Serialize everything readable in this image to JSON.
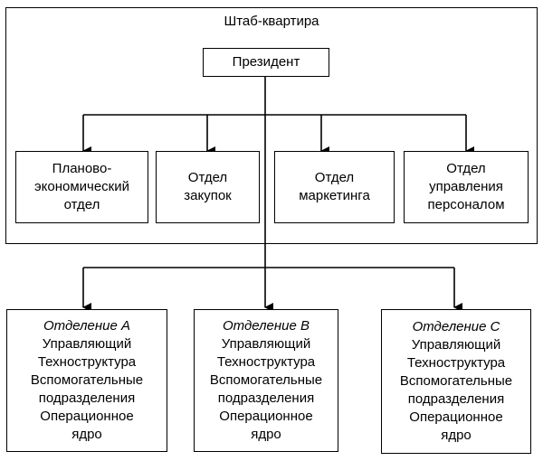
{
  "headquarters": {
    "title": "Штаб-квартира"
  },
  "president": {
    "label": "Президент"
  },
  "departments": [
    {
      "lines": [
        "Планово-",
        "экономический",
        "отдел"
      ]
    },
    {
      "lines": [
        "Отдел",
        "закупок"
      ]
    },
    {
      "lines": [
        "Отдел",
        "маркетинга"
      ]
    },
    {
      "lines": [
        "Отдел",
        "управления",
        "персоналом"
      ]
    }
  ],
  "divisions": [
    {
      "name": "Отделение A",
      "lines": [
        "Управляющий",
        "Техноструктура",
        "Вспомогательные",
        "подразделения",
        "Операционное",
        "ядро"
      ]
    },
    {
      "name": "Отделение B",
      "lines": [
        "Управляющий",
        "Техноструктура",
        "Вспомогательные",
        "подразделения",
        "Операционное",
        "ядро"
      ]
    },
    {
      "name": "Отделение C",
      "lines": [
        "Управляющий",
        "Техноструктура",
        "Вспомогательные",
        "подразделения",
        "Операционное",
        "ядро"
      ]
    }
  ],
  "colors": {
    "line": "#000000",
    "background": "#ffffff"
  }
}
